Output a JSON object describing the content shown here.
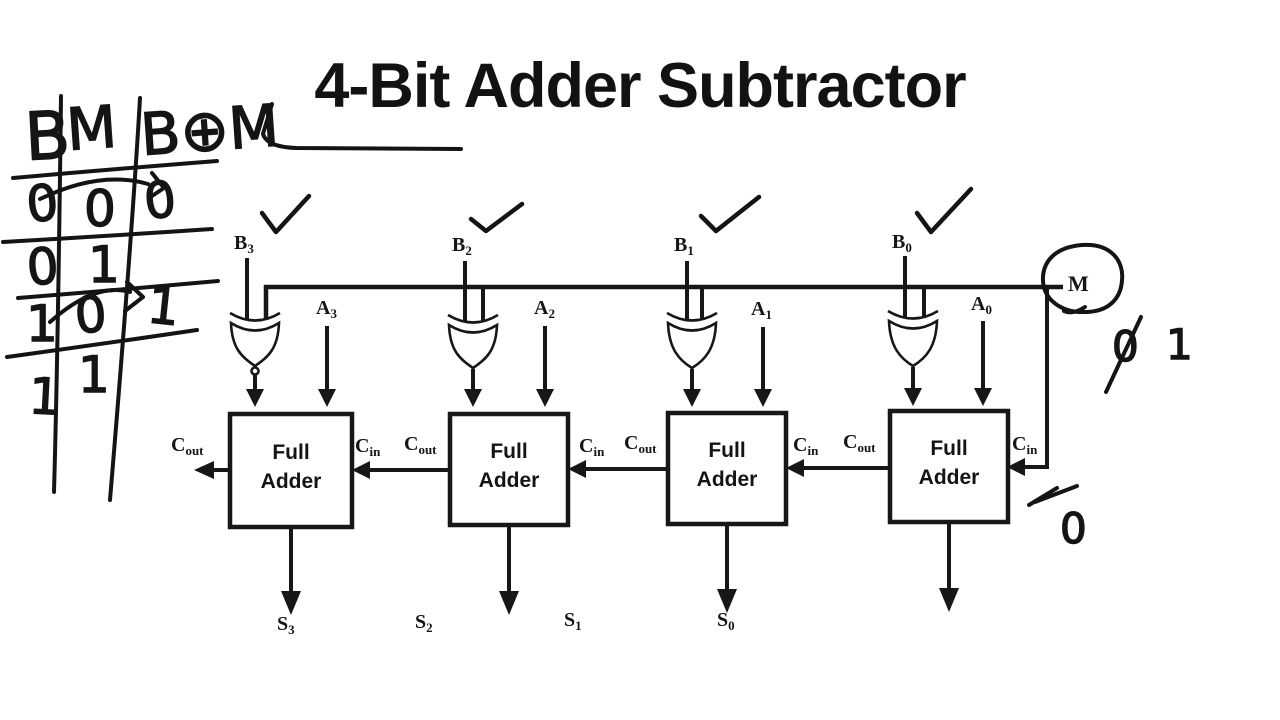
{
  "title": "4-Bit Adder Subtractor",
  "adder_label": {
    "line1": "Full",
    "line2": "Adder"
  },
  "signals": {
    "m": "M",
    "b": [
      {
        "base": "B",
        "sub": "3"
      },
      {
        "base": "B",
        "sub": "2"
      },
      {
        "base": "B",
        "sub": "1"
      },
      {
        "base": "B",
        "sub": "0"
      }
    ],
    "a": [
      {
        "base": "A",
        "sub": "3"
      },
      {
        "base": "A",
        "sub": "2"
      },
      {
        "base": "A",
        "sub": "1"
      },
      {
        "base": "A",
        "sub": "0"
      }
    ],
    "s": [
      {
        "base": "S",
        "sub": "3"
      },
      {
        "base": "S",
        "sub": "2"
      },
      {
        "base": "S",
        "sub": "1"
      },
      {
        "base": "S",
        "sub": "0"
      }
    ],
    "cout": {
      "base": "C",
      "sub": "out"
    },
    "cin": {
      "base": "C",
      "sub": "in"
    }
  },
  "handwriting": {
    "truth_table": {
      "headers": [
        "B",
        "M",
        "B⊕M"
      ],
      "rows": [
        [
          "0",
          "0",
          "0"
        ],
        [
          "0",
          "1",
          ""
        ],
        [
          "1",
          "0",
          "1"
        ],
        [
          "1",
          "1",
          ""
        ]
      ]
    },
    "m_annotation": {
      "slashed_zero": "0",
      "one": "1"
    },
    "cin_annotation": {
      "zero": "0"
    }
  },
  "colors": {
    "ink": "#171717",
    "handwriting_ink": "#141414",
    "background": "#ffffff"
  }
}
